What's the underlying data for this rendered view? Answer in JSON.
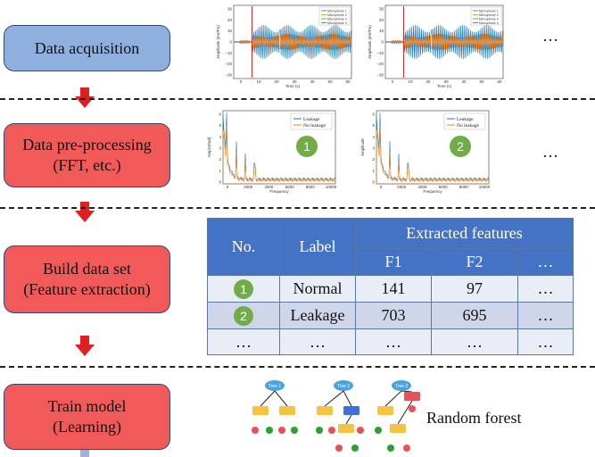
{
  "steps": [
    {
      "line1": "Data acquisition",
      "line2": ""
    },
    {
      "line1": "Data pre-processing",
      "line2": "(FFT, etc.)"
    },
    {
      "line1": "Build data set",
      "line2": "(Feature extraction)"
    },
    {
      "line1": "Train model",
      "line2": "(Learning)"
    }
  ],
  "ellipsis": "…",
  "time_plot": {
    "legend": [
      "Microphone 1",
      "Microphone 2",
      "Microphone 3",
      "Microphone 4"
    ],
    "xlabel": "Time (s)",
    "ylabel": "Amplitude (mV/Pa)",
    "xticks": [
      "0",
      "10",
      "20",
      "30",
      "40",
      "50",
      "60"
    ],
    "yticks": [
      "30",
      "20",
      "10",
      "0",
      "−10",
      "−20",
      "−30"
    ]
  },
  "fft_plot": {
    "legend": [
      "Leakage",
      "No leakage"
    ],
    "xlabel": "Frequency",
    "ylabel_1": "Amp(V/rad)",
    "ylabel_2": "Amplitude",
    "xticks": [
      "0",
      "2000",
      "4000",
      "6000",
      "8000",
      "10000"
    ],
    "yticks": [
      "6",
      "5",
      "4",
      "3",
      "2",
      "1",
      "0"
    ],
    "badge_1": "1",
    "badge_2": "2"
  },
  "table": {
    "col_no": "No.",
    "col_label": "Label",
    "col_features": "Extracted features",
    "sub_f1": "F1",
    "sub_f2": "F2",
    "sub_more": "…",
    "rows": [
      {
        "no": "1",
        "label": "Normal",
        "f1": "141",
        "f2": "97",
        "more": "…"
      },
      {
        "no": "2",
        "label": "Leakage",
        "f1": "703",
        "f2": "695",
        "more": "…"
      },
      {
        "no": "…",
        "label": "…",
        "f1": "…",
        "f2": "…",
        "more": "…"
      }
    ]
  },
  "trees": [
    "Tree 1",
    "Tree 2",
    "Tree 3"
  ],
  "rf_label": "Random forest",
  "colors": {
    "step_blue": "#8fb0df",
    "step_red": "#f25a5a",
    "arrow": "#e02020",
    "table_header": "#4472c4",
    "badge_green": "#70ad47",
    "series_blue": "#1f77b4",
    "series_orange": "#ff7f0e",
    "tree_root": "#4aa3df",
    "tree_node": "#f5c242",
    "tree_leaf_red": "#e8505b",
    "tree_leaf_green": "#2ca02c"
  }
}
